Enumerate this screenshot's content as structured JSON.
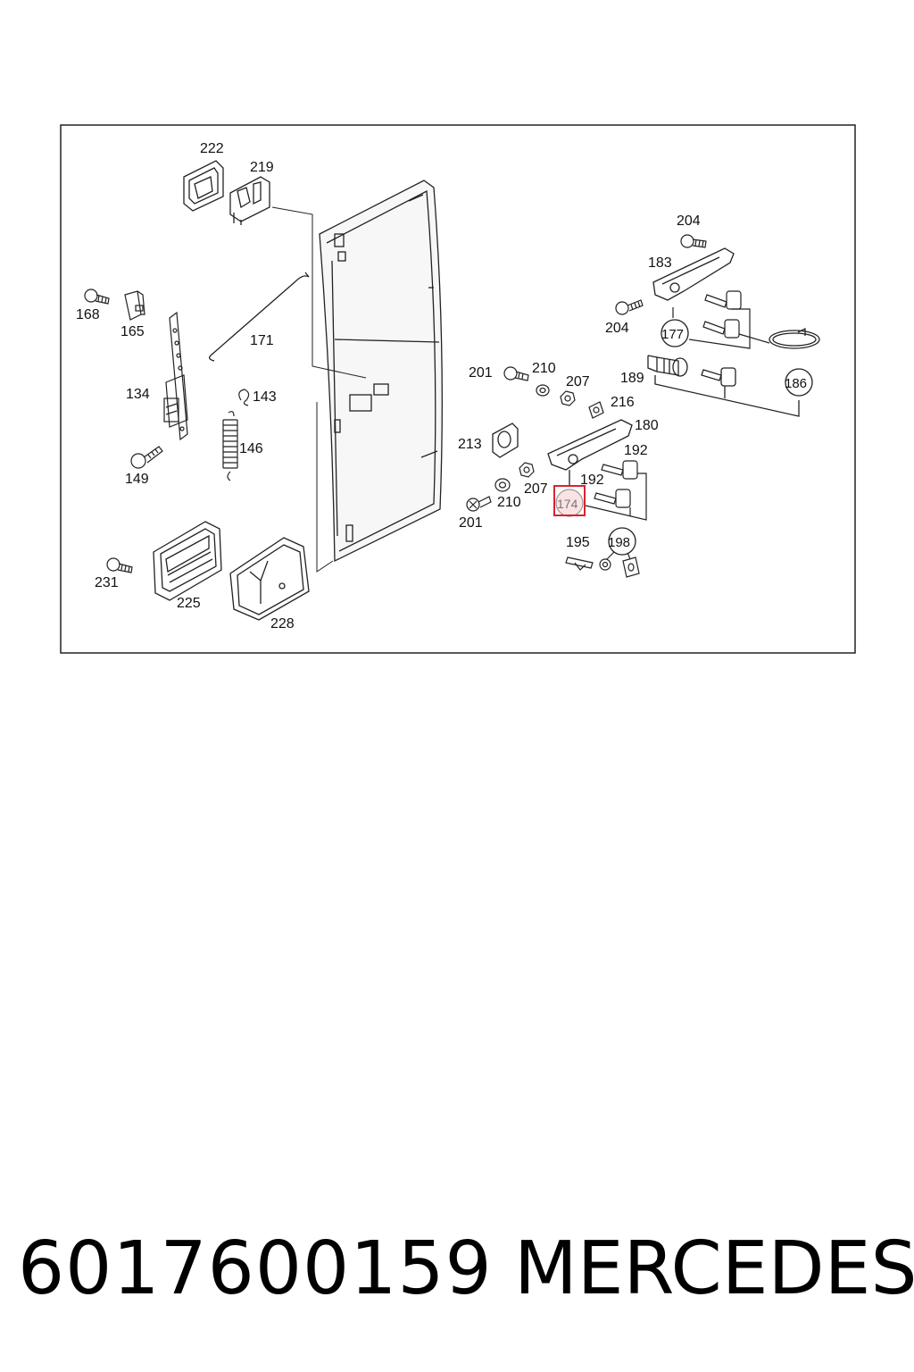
{
  "diagram": {
    "labels": [
      "222",
      "219",
      "168",
      "165",
      "171",
      "134",
      "143",
      "146",
      "149",
      "231",
      "225",
      "228",
      "204",
      "183",
      "204",
      "177",
      "189",
      "186",
      "201",
      "210",
      "207",
      "216",
      "213",
      "180",
      "192",
      "192",
      "210",
      "207",
      "201",
      "195",
      "198"
    ],
    "highlighted": "174",
    "highlight_color": "#d9232e"
  },
  "footer": {
    "part_number": "6017600159",
    "brand": "MERCEDES"
  }
}
